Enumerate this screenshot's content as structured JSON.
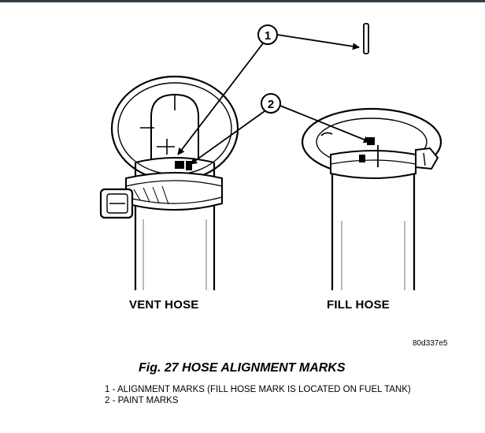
{
  "figure": {
    "callouts": [
      "1",
      "2"
    ],
    "labels": {
      "vent_hose": "VENT HOSE",
      "fill_hose": "FILL HOSE"
    },
    "image_code": "80d337e5",
    "caption": "Fig. 27 HOSE ALIGNMENT MARKS"
  },
  "legend": [
    "1 - ALIGNMENT MARKS (FILL HOSE MARK IS LOCATED ON FUEL TANK)",
    "2 - PAINT MARKS"
  ],
  "colors": {
    "top_bar": "#333d45",
    "ink": "#000000",
    "background": "#ffffff"
  }
}
